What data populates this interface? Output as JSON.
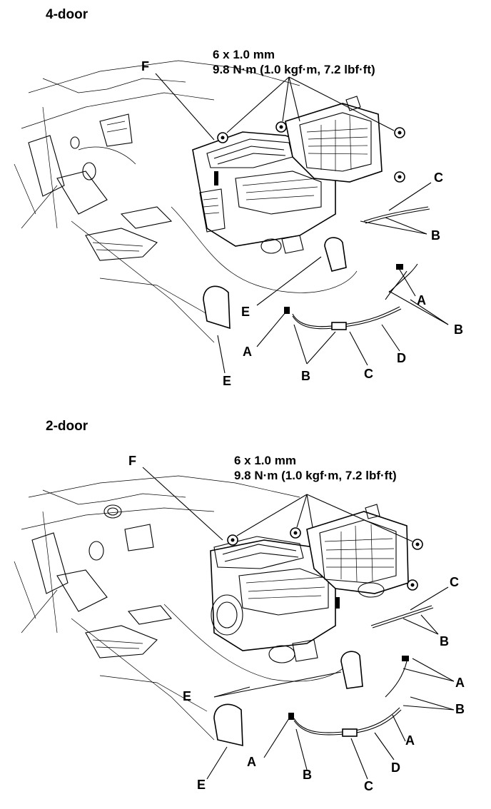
{
  "panels": [
    {
      "title": "4-door",
      "spec_line1": "6 x 1.0 mm",
      "spec_line2": "9.8 N·m (1.0 kgf·m, 7.2 lbf·ft)",
      "callouts": [
        "F",
        "C",
        "B",
        "A",
        "B",
        "E",
        "A",
        "B",
        "C",
        "D",
        "E"
      ]
    },
    {
      "title": "2-door",
      "spec_line1": "6 x 1.0 mm",
      "spec_line2": "9.8 N·m (1.0 kgf·m, 7.2 lbf·ft)",
      "callouts": [
        "F",
        "C",
        "B",
        "A",
        "B",
        "E",
        "A",
        "A",
        "B",
        "C",
        "D",
        "E"
      ]
    }
  ]
}
